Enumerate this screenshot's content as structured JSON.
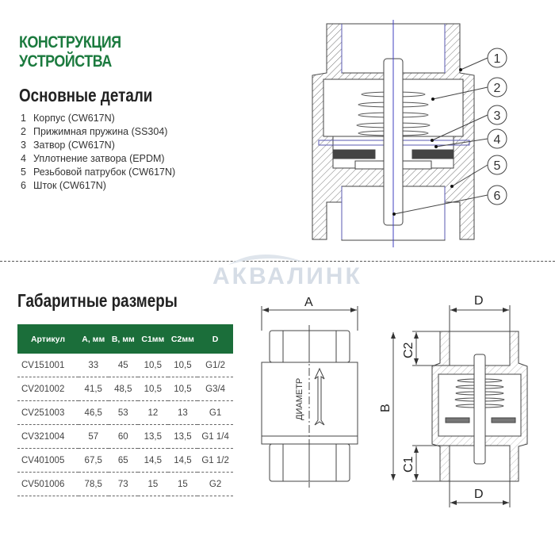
{
  "header": {
    "title_line1": "КОНСТРУКЦИЯ",
    "title_line2": "УСТРОЙСТВА"
  },
  "parts_section": {
    "heading": "Основные детали",
    "items": [
      {
        "num": "1",
        "label": "Корпус (CW617N)"
      },
      {
        "num": "2",
        "label": "Прижимная пружина (SS304)"
      },
      {
        "num": "3",
        "label": "Затвор (CW617N)"
      },
      {
        "num": "4",
        "label": "Уплотнение затвора (EPDM)"
      },
      {
        "num": "5",
        "label": "Резьбовой патрубок (CW617N)"
      },
      {
        "num": "6",
        "label": "Шток (CW617N)"
      }
    ],
    "callouts": [
      "1",
      "2",
      "3",
      "4",
      "5",
      "6"
    ]
  },
  "watermark": "АКВАЛИНК",
  "dimensions_section": {
    "heading": "Габаритные размеры",
    "columns": [
      "Артикул",
      "A, мм",
      "B, мм",
      "C1мм",
      "C2мм",
      "D"
    ],
    "rows": [
      [
        "CV151001",
        "33",
        "45",
        "10,5",
        "10,5",
        "G1/2"
      ],
      [
        "CV201002",
        "41,5",
        "48,5",
        "10,5",
        "10,5",
        "G3/4"
      ],
      [
        "CV251003",
        "46,5",
        "53",
        "12",
        "13",
        "G1"
      ],
      [
        "CV321004",
        "57",
        "60",
        "13,5",
        "13,5",
        "G1 1/4"
      ],
      [
        "CV401005",
        "67,5",
        "65",
        "14,5",
        "14,5",
        "G1 1/2"
      ],
      [
        "CV501006",
        "78,5",
        "73",
        "15",
        "15",
        "G2"
      ]
    ],
    "drawing_labels": {
      "a": "A",
      "b": "B",
      "c1": "C1",
      "c2": "C2",
      "d_top": "D",
      "d_bottom": "D",
      "flow_marking": "ДИАМЕТР"
    }
  },
  "colors": {
    "brand_green": "#1b7a3e",
    "table_header": "#1b6e3a",
    "watermark": "#d6dde6"
  }
}
